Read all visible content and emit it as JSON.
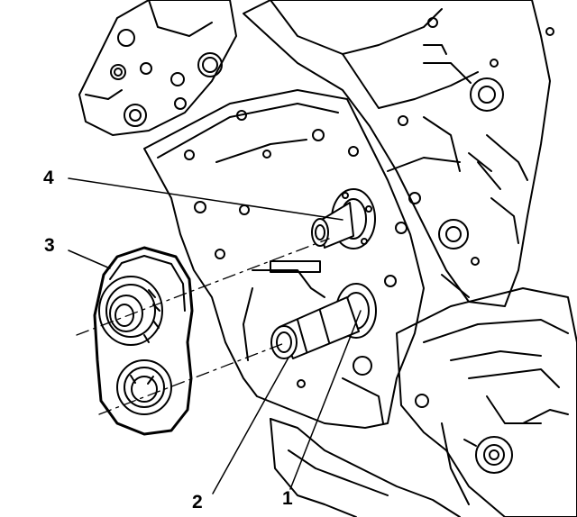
{
  "callouts": [
    {
      "id": "4",
      "label": "4"
    },
    {
      "id": "3",
      "label": "3"
    },
    {
      "id": "2",
      "label": "2"
    },
    {
      "id": "1",
      "label": "1"
    }
  ],
  "colors": {
    "ink": "#000000",
    "paper": "#ffffff"
  }
}
